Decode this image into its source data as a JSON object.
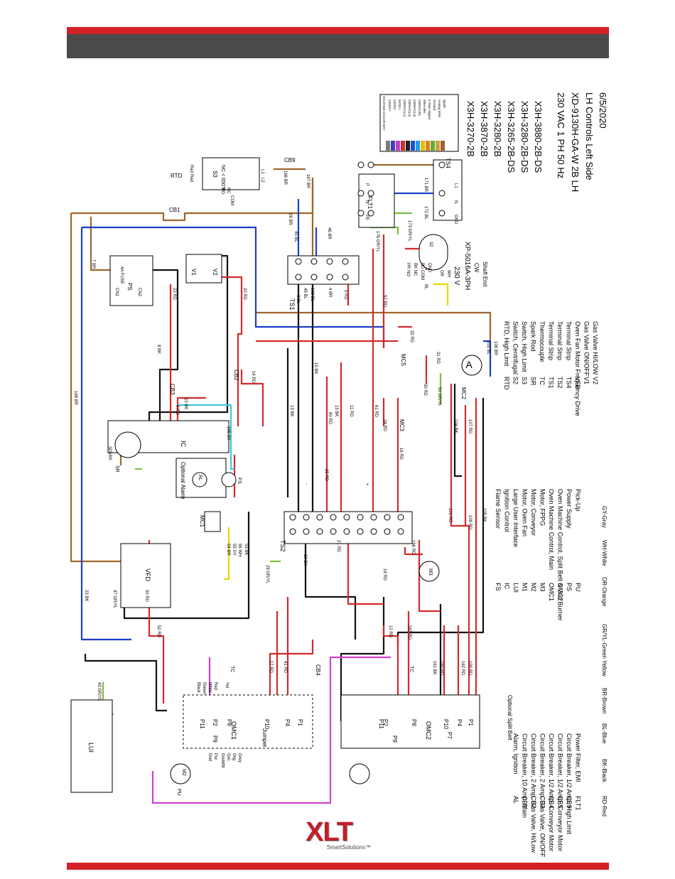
{
  "title_block": {
    "models": [
      "X3H-3270-2B",
      "X3H-3870-2B",
      "X3H-3280-2B",
      "X3H-3265-2B-DS",
      "X3H-3280-2B-DS",
      "X3H-3880-2B-DS"
    ],
    "power": "230 VAC 1 PH 50 Hz",
    "drawing_no": "XD-9130H-GA-W 2B LH",
    "description": "LH Controls Left Side",
    "date": "6/5/2020"
  },
  "color_key": {
    "title": "VOLTAGE COLOR KEY:",
    "entries": [
      {
        "label": "24VDC+",
        "color": "#7a7a7a"
      },
      {
        "label": "24VDC-",
        "color": "#4040c0"
      },
      {
        "label": "5VDC+",
        "color": "#c040c0"
      },
      {
        "label": "230VAC(L1)",
        "color": "#d03030"
      },
      {
        "label": "230VAC(L2)",
        "color": "#202020"
      },
      {
        "label": "230VAC(L3)",
        "color": "#2050d0"
      },
      {
        "label": "230VAC(N)",
        "color": "#20a0e0"
      },
      {
        "label": "485+/485-",
        "color": "#e0c000"
      },
      {
        "label": "6.75uA Signal",
        "color": "#e08020"
      },
      {
        "label": "Ground",
        "color": "#60b030"
      },
      {
        "label": "Analog Volts",
        "color": "#d0a040"
      },
      {
        "label": "Spark",
        "color": "#a06030"
      }
    ]
  },
  "legend_left": [
    {
      "code": "AL",
      "desc": "Alarm, Ignition"
    },
    {
      "code": "CB1",
      "desc": "Circuit Breaker, 10 Amp, Main"
    },
    {
      "code": "CB2",
      "desc": "Circuit Breaker, 2 Amp, Gas Valve, Hi/Low"
    },
    {
      "code": "CB3",
      "desc": "Circuit Breaker, 2 Amp, Gas Valve, ON/OFF"
    },
    {
      "code": "CB4",
      "desc": "Circuit Breaker, 1/2 Amp, Conveyor Motor"
    },
    {
      "code": "CB5",
      "desc": "Circuit Breaker, 1/2 Amp, Conveyor Motor"
    },
    {
      "code": "CB9",
      "desc": "Circuit Breaker, 1/2 Amp, High Limit"
    },
    {
      "code": "FLT1",
      "desc": "Power Filter, EMI"
    }
  ],
  "legend_mid": [
    {
      "code": "FS",
      "desc": "Flame Sensor"
    },
    {
      "code": "IC",
      "desc": "Ignition Control"
    },
    {
      "code": "LUI",
      "desc": "Large User Interface"
    },
    {
      "code": "M1",
      "desc": "Motor, Oven Fan"
    },
    {
      "code": "M2",
      "desc": "Motor, Conveyor"
    },
    {
      "code": "M3",
      "desc": "Motor, FPPG"
    },
    {
      "code": "OMC1",
      "desc": "Oven Machine Control, Main"
    },
    {
      "code": "OMC2",
      "desc": "Oven Machine Control, Split Belt & 2nd Burner"
    },
    {
      "code": "PS",
      "desc": "Power Supply"
    },
    {
      "code": "PU",
      "desc": "Pick-Up"
    }
  ],
  "legend_right": [
    {
      "code": "RTD",
      "desc": "RTD, High Limit"
    },
    {
      "code": "S2",
      "desc": "Switch, Centrifugal"
    },
    {
      "code": "S3",
      "desc": "Switch, High Limit"
    },
    {
      "code": "SR",
      "desc": "Spark Rod"
    },
    {
      "code": "TC",
      "desc": "Thermocouple"
    },
    {
      "code": "TS1",
      "desc": "Terminal Strip"
    },
    {
      "code": "TS2",
      "desc": "Terminal Strip"
    },
    {
      "code": "TS4",
      "desc": "Terminal Strip"
    },
    {
      "code": "VFD",
      "desc": "Oven Fan Motor Frequency Drive"
    },
    {
      "code": "V1",
      "desc": "Gas Valve ON/OFF"
    },
    {
      "code": "V2",
      "desc": "Gas Valve HI/LOW"
    }
  ],
  "abbrev_row1": [
    "RD-Red",
    "BK-Black",
    "BL-Blue",
    "BR-Brown",
    "GR/YL-Green Yellow",
    "OR-Orange",
    "WH-White",
    "GY-Gray"
  ],
  "components": {
    "lui": "LUI",
    "vfd": "VFD",
    "ic": "IC",
    "ps": "PS",
    "ps_fuse": "4A FUSE",
    "ps_cn1": "CN1",
    "ps_cn2": "CN2",
    "ts1": "TS1",
    "ts2": "TS2",
    "ts4": "TS4",
    "flt1": "FLT1",
    "s3": "S3",
    "s3_spec": "NC < 650°F",
    "rtd": "RTD",
    "omc1": "OMC1",
    "omc2": "OMC2",
    "mc1": "MC1",
    "mc2": "MC2",
    "mc3": "MC3",
    "mc5": "MC5",
    "m2": "M2",
    "m3": "M3",
    "alarm": "Optional Alarm",
    "al": "AL",
    "fs": "FS",
    "sr": "SR",
    "spark": "SPARK",
    "tc": "TC",
    "pu": "PU",
    "v1": "V1",
    "v2": "V2",
    "cb1": "CB1",
    "cb2": "CB2",
    "cb3": "CB3",
    "cb4": "CB4",
    "cb9": "CB9",
    "motor_voltage": "230 V",
    "motor_model": "XP-5016A-3PH",
    "motor_dir": "CW",
    "motor_dir2": "Shaft End",
    "s2": "S2",
    "amp": "A",
    "jumper": "Jumper",
    "split_belt": "Optional Split Belt",
    "p1": "P1",
    "p2": "P2",
    "p4": "P4",
    "p7": "P7",
    "p8": "P8",
    "p9": "P9",
    "p10": "P10",
    "p11": "P11"
  },
  "wire_labels": {
    "w168br": "168 BR",
    "w7br": "7 BR",
    "w8bk": "8 BK",
    "w22rd": "22 RD",
    "w20rd": "20 RD",
    "w14rd": "14 RD",
    "w9rd": "9 RD",
    "w10bk": "10 BK",
    "w13bk": "13 BK",
    "w15bk": "15 BK",
    "w15bk2": "15 BK",
    "w60rd": "60 RD",
    "w11rd": "11 RD",
    "w61rd": "61 RD",
    "w57rd": "57 RD",
    "w3bl": "3 BL",
    "w49bl": "49 BL",
    "w163bl": "163 BL",
    "w4br": "4 BR",
    "w5rd": "5 RD",
    "w45bl": "45 BL",
    "w46br": "46 BR",
    "w28br": "28 BR",
    "w167br": "167 BR",
    "w166br": "166 BR",
    "w171br": "171 BR",
    "w172bl": "172 BL",
    "w173gryl": "173 GR/YL",
    "w176gryl": "176 GR/YL",
    "w102bl": "102 BL",
    "w106br": "106 BR",
    "w104bk": "104 BK",
    "w107rd": "107 RD",
    "w31rd": "31 RD",
    "w32rd": "32 RD",
    "w30rd": "30 RD",
    "w51gryl": "51 GR/YL",
    "w24rd": "24 RD",
    "w16rd": "16 RD",
    "w25rd": "25 RD",
    "w185bk": "185 BK",
    "w101rd": "101 RD",
    "w109rd": "109 RD",
    "w105bk": "105 BK",
    "w186rd": "186 RD",
    "w21rd": "21 RD",
    "w18rd": "18 RD",
    "w12rd": "12 RD",
    "w163rd": "163 RD",
    "w19bk": "19 BK",
    "w29gryl": "29 GR/YL",
    "w54br": "54 BR",
    "w55gy": "55 GY",
    "w56wh": "56 WH",
    "w53bk": "53 BK",
    "w50rd": "50 RD",
    "w47gryl": "47 GR/YL",
    "w23bk": "23 BK",
    "w52rd": "52 RD",
    "w43gryl": "43 GR/YL",
    "w17rd": "17 RD",
    "w41rd": "41 RD",
    "w161bk": "161 BK",
    "w160rd": "160 RD",
    "w162rd": "162 RD",
    "w100rd": "100 RD",
    "pr_no": "PR NO",
    "bk_nc": "BK NC",
    "bd_com": "BD COM",
    "gnd": "GND",
    "bl": "BL",
    "or": "OR",
    "wh": "WH",
    "red": "Red",
    "red2": "Red",
    "l1": "L1",
    "l2": "L2",
    "com": "COM",
    "nc": "NC",
    "no": "NO",
    "p": "P",
    "n": "N",
    "pe": "PE",
    "l1b": "L1",
    "nb": "N",
    "gndb": "GND",
    "plus": "+",
    "minus": "-",
    "black": "Black",
    "green": "Green",
    "white": "White",
    "red3": "Red",
    "yel": "Yel",
    "grnwht": "GrnWht",
    "grn": "Grn",
    "org": "Org",
    "gry": "Grey",
    "pur": "Pur",
    "gnd2": "Gnd"
  },
  "logo": {
    "main": "XLT",
    "sub": "SmartSolutions™"
  }
}
